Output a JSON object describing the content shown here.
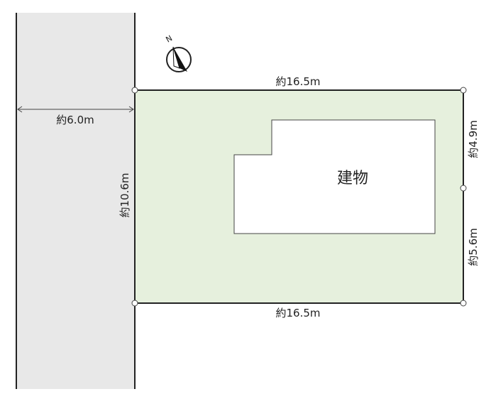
{
  "site_plan": {
    "road_width_label": "約6.0m",
    "top_edge_label": "約16.5m",
    "bottom_edge_label": "約16.5m",
    "left_edge_label": "約10.6m",
    "right_upper_label": "約4.9m",
    "right_lower_label": "約5.6m",
    "building_label": "建物",
    "compass_letter": "N",
    "compass_icon": "north-arrow-icon",
    "colors": {
      "road_fill": "#e8e8e8",
      "lot_fill": "#e6f0dd",
      "building_fill": "#ffffff",
      "line": "#222222"
    }
  }
}
